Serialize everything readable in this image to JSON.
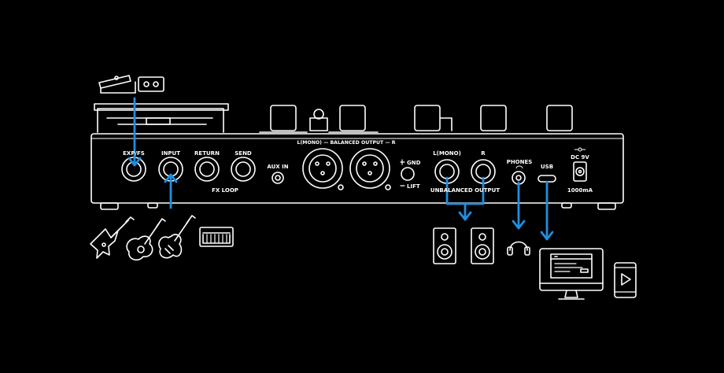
{
  "panel": {
    "exp_fs": "EXP/FS",
    "input": "INPUT",
    "return": "RETURN",
    "send": "SEND",
    "fx_loop": "FX LOOP",
    "aux_in": "AUX IN",
    "balanced_output": "L(MONO) — BALANCED OUTPUT — R",
    "gnd": "GND",
    "lift": "LIFT",
    "unbal_l": "L(MONO)",
    "unbal_r": "R",
    "unbalanced_output": "UNBALANCED OUTPUT",
    "phones": "PHONES",
    "usb": "USB",
    "dc": "DC 9V",
    "current": "1000mA"
  },
  "colors": {
    "accent": "#1f8fe0",
    "line": "#ffffff",
    "background": "#000000"
  },
  "icons": [
    "expression-pedal-icon",
    "footswitch-icon",
    "electric-guitar-icon",
    "acoustic-guitar-icon",
    "keyboard-icon",
    "speaker-icon",
    "headphones-icon",
    "computer-monitor-icon",
    "tablet-icon"
  ]
}
